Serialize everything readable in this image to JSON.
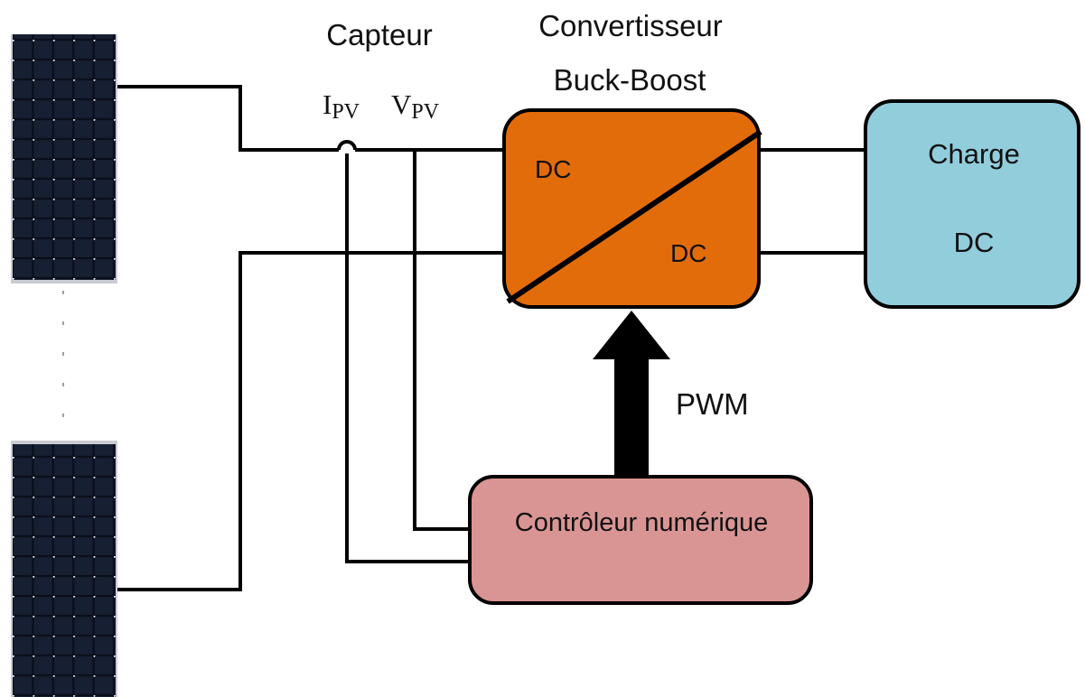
{
  "sensor": {
    "title": "Capteur",
    "current_main": "I",
    "current_sub": "PV",
    "voltage_main": "V",
    "voltage_sub": "PV"
  },
  "converter": {
    "title_line1": "Convertisseur",
    "title_line2": "Buck-Boost",
    "input_label": "DC",
    "output_label": "DC",
    "fill_color": "#e36c0a"
  },
  "load": {
    "line1": "Charge",
    "line2": "DC",
    "fill_color": "#92cddc"
  },
  "controller": {
    "label": "Contrôleur numérique",
    "fill_color": "#d99594"
  },
  "signal": {
    "label": "PWM"
  },
  "panels": {
    "cell_color": "#101522",
    "icon": "solar-panel-icon"
  }
}
